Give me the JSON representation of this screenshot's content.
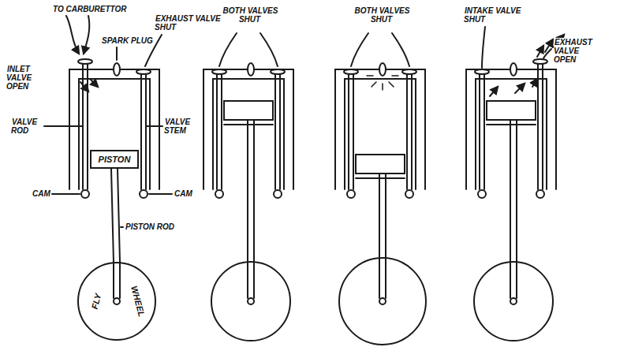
{
  "diagram": {
    "nodes": [
      {
        "text": [
          "PISTON"
        ]
      },
      {
        "text": [
          "FLY",
          "WHEEL"
        ]
      }
    ],
    "edges": [
      {
        "from": 0,
        "to": 1,
        "arrow": "none"
      }
    ],
    "labels": [
      "TO CARBURETTOR",
      "INLET VALVE OPEN",
      "SPARK PLUG",
      "EXHAUST VALVE SHUT",
      "VALVE ROD",
      "VALVE STEM",
      "CAM",
      "CAM",
      "PISTON ROD",
      "BOTH VALVES SHUT",
      "BOTH VALVES SHUT",
      "INTAKE VALVE SHUT",
      "EXHAUST VALVE OPEN"
    ]
  }
}
